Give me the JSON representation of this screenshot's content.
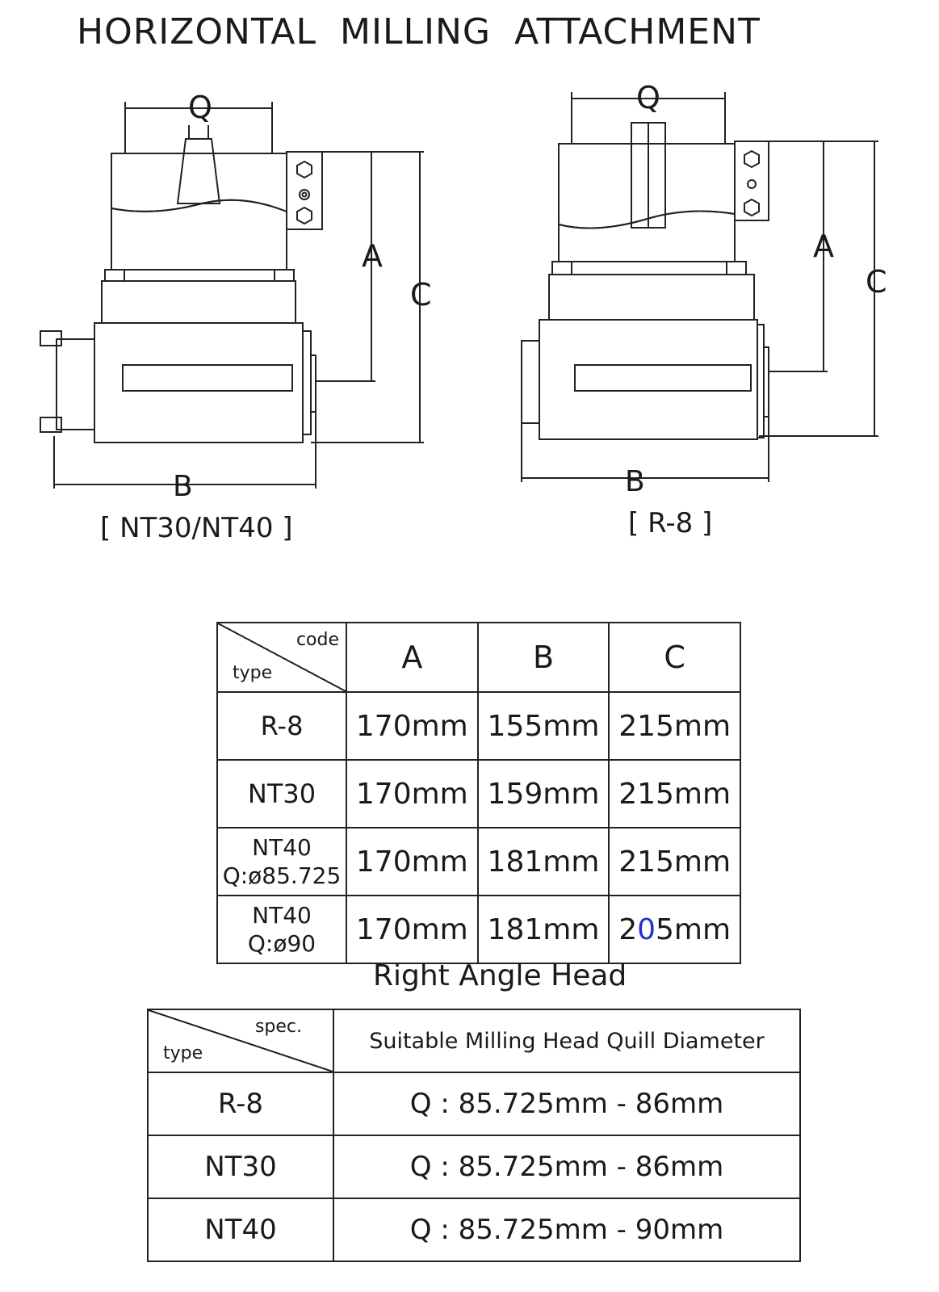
{
  "title": "HORIZONTAL MILLING ATTACHMENT",
  "drawings": {
    "left": {
      "caption": "[ NT30/NT40 ]",
      "labels": {
        "q": "Q",
        "a": "A",
        "b": "B",
        "c": "C"
      }
    },
    "right": {
      "caption": "[ R-8 ]",
      "labels": {
        "q": "Q",
        "a": "A",
        "b": "B",
        "c": "C"
      }
    }
  },
  "dimension_table": {
    "corner_top": "code",
    "corner_bottom": "type",
    "columns": [
      "A",
      "B",
      "C"
    ],
    "rows": [
      {
        "type": "R-8",
        "type_sub": "",
        "a": "170mm",
        "b": "155mm",
        "c": "215mm"
      },
      {
        "type": "NT30",
        "type_sub": "",
        "a": "170mm",
        "b": "159mm",
        "c": "215mm"
      },
      {
        "type": "NT40",
        "type_sub": "Q:ø85.725",
        "a": "170mm",
        "b": "181mm",
        "c": "215mm"
      },
      {
        "type": "NT40",
        "type_sub": "Q:ø90",
        "a": "170mm",
        "b": "181mm",
        "c_pre": "2",
        "c_mark": "0",
        "c_post": "5mm"
      }
    ]
  },
  "section_title": "Right Angle Head",
  "quill_table": {
    "corner_top": "spec.",
    "corner_bottom": "type",
    "header": "Suitable Milling Head Quill Diameter",
    "rows": [
      {
        "type": "R-8",
        "value": "Q : 85.725mm - 86mm"
      },
      {
        "type": "NT30",
        "value": "Q : 85.725mm - 86mm"
      },
      {
        "type": "NT40",
        "value": "Q : 85.725mm - 90mm"
      }
    ]
  }
}
